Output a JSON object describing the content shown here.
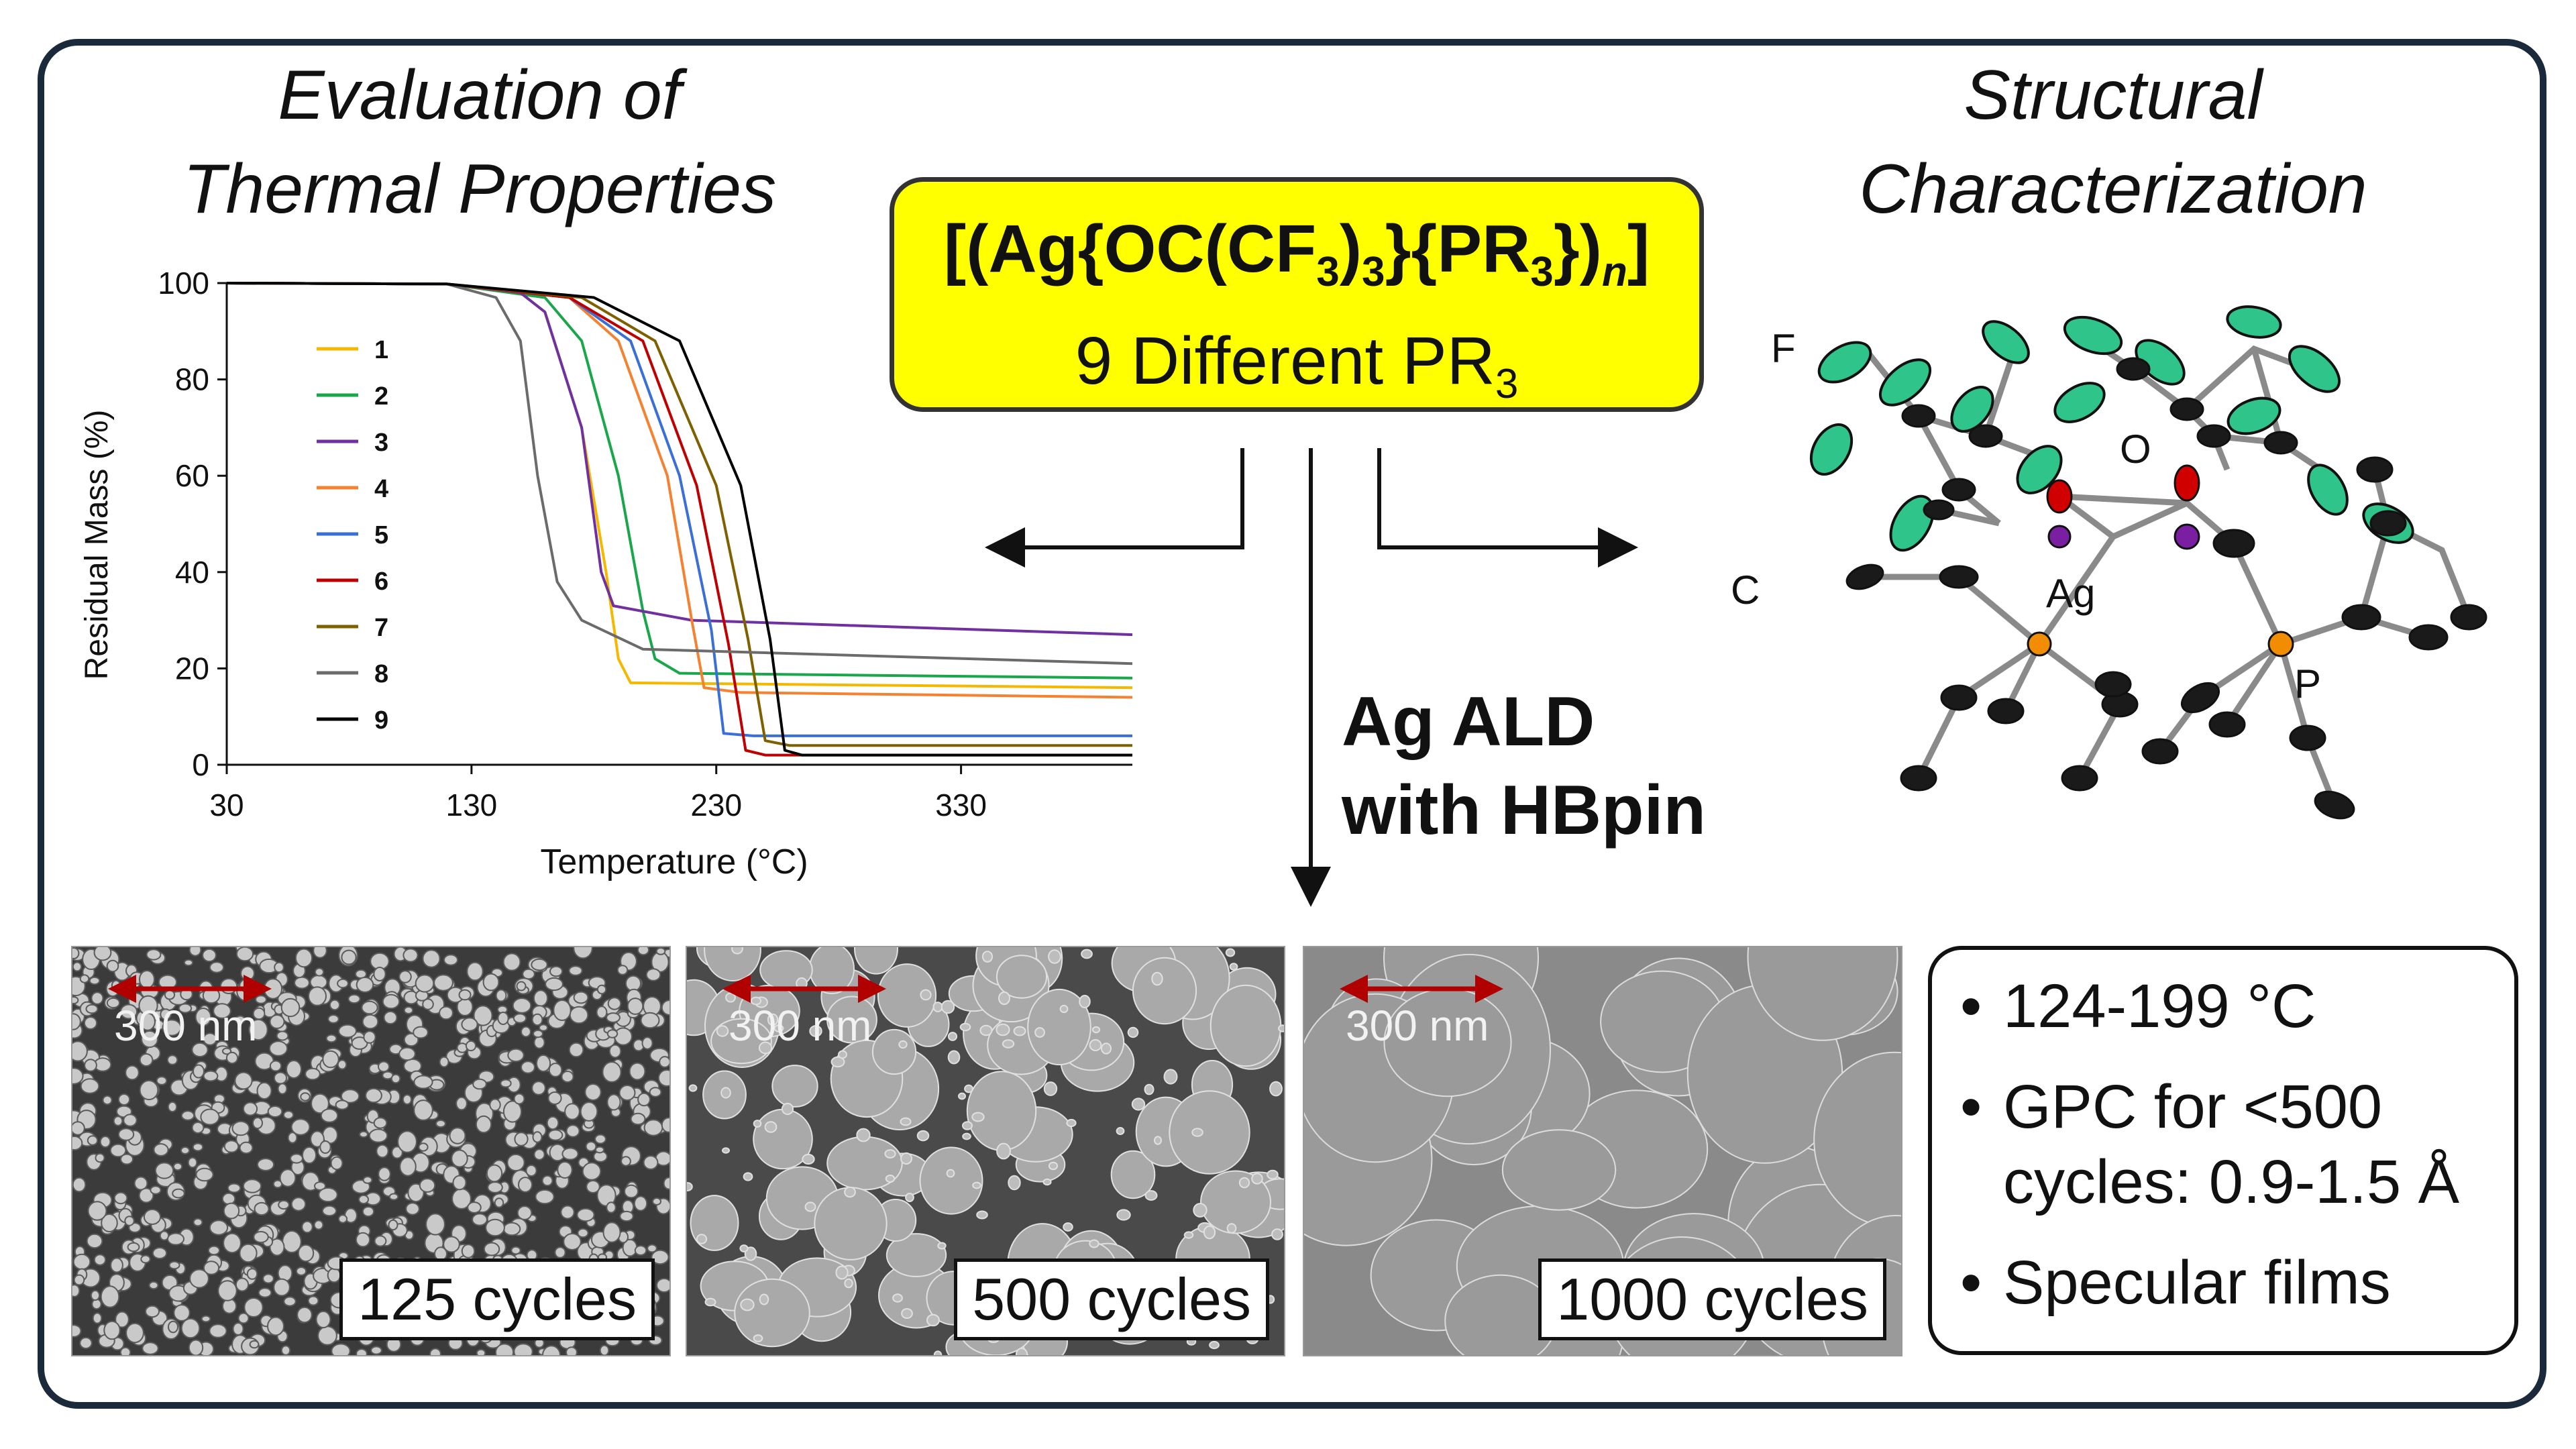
{
  "titles": {
    "left_line1": "Evaluation of",
    "left_line2": "Thermal Properties",
    "right_line1": "Structural",
    "right_line2": "Characterization"
  },
  "formula": {
    "line1_parts": [
      "[(Ag{OC(CF",
      "3",
      ")",
      "3",
      "}{PR",
      "3",
      "})",
      "n",
      "]"
    ],
    "line2_text": "9 Different PR",
    "line2_sub": "3"
  },
  "ald": {
    "line1": "Ag ALD",
    "line2": "with HBpin"
  },
  "chart_data": {
    "type": "line",
    "xlabel": "Temperature (°C)",
    "ylabel": "Residual Mass (%)",
    "xlim": [
      30,
      400
    ],
    "ylim": [
      0,
      100
    ],
    "xticks": [
      "30",
      "130",
      "230",
      "330"
    ],
    "yticks": [
      "0",
      "20",
      "40",
      "60",
      "80",
      "100"
    ],
    "grid": false,
    "legend_position": "upper-left",
    "series": [
      {
        "name": "1",
        "color": "#f5b800",
        "x": [
          30,
          120,
          150,
          160,
          175,
          185,
          190,
          195,
          400
        ],
        "y": [
          100,
          99.8,
          98,
          94,
          70,
          40,
          22,
          17,
          16
        ]
      },
      {
        "name": "2",
        "color": "#1aa64a",
        "x": [
          30,
          120,
          160,
          175,
          190,
          200,
          205,
          215,
          400
        ],
        "y": [
          100,
          99.8,
          97,
          88,
          60,
          32,
          22,
          19,
          18
        ]
      },
      {
        "name": "3",
        "color": "#7030a0",
        "x": [
          30,
          120,
          150,
          160,
          175,
          183,
          188,
          220,
          400
        ],
        "y": [
          100,
          99.8,
          98,
          94,
          70,
          40,
          33,
          30,
          27
        ]
      },
      {
        "name": "4",
        "color": "#f58231",
        "x": [
          30,
          120,
          170,
          190,
          210,
          220,
          225,
          240,
          400
        ],
        "y": [
          100,
          99.8,
          97,
          88,
          60,
          30,
          16,
          15,
          14
        ]
      },
      {
        "name": "5",
        "color": "#3a6fd8",
        "x": [
          30,
          120,
          170,
          195,
          215,
          228,
          233,
          245,
          400
        ],
        "y": [
          100,
          99.8,
          97,
          88,
          60,
          28,
          6.5,
          6,
          6
        ]
      },
      {
        "name": "6",
        "color": "#c00000",
        "x": [
          30,
          120,
          170,
          200,
          222,
          235,
          242,
          250,
          400
        ],
        "y": [
          100,
          99.8,
          97,
          88,
          58,
          25,
          3,
          2,
          2
        ]
      },
      {
        "name": "7",
        "color": "#7f6000",
        "x": [
          30,
          120,
          175,
          205,
          230,
          243,
          250,
          260,
          400
        ],
        "y": [
          100,
          99.8,
          97,
          88,
          58,
          26,
          5,
          4,
          4
        ]
      },
      {
        "name": "8",
        "color": "#6b6b6b",
        "x": [
          30,
          120,
          140,
          150,
          157,
          165,
          175,
          200,
          400
        ],
        "y": [
          100,
          99.8,
          97,
          88,
          60,
          38,
          30,
          24,
          21
        ]
      },
      {
        "name": "9",
        "color": "#000000",
        "x": [
          30,
          120,
          180,
          215,
          240,
          252,
          258,
          265,
          400
        ],
        "y": [
          100,
          99.8,
          97,
          88,
          58,
          26,
          3,
          2,
          2
        ]
      }
    ]
  },
  "structure_labels": {
    "F": "F",
    "O": "O",
    "C": "C",
    "Ag": "Ag",
    "P": "P"
  },
  "sem_images": [
    {
      "scale": "300 nm",
      "caption": "125 cycles"
    },
    {
      "scale": "300 nm",
      "caption": "500 cycles"
    },
    {
      "scale": "300 nm",
      "caption": "1000 cycles"
    }
  ],
  "bullets": [
    "124-199 °C",
    "GPC for <500 cycles: 0.9-1.5 Å",
    "Specular films"
  ]
}
